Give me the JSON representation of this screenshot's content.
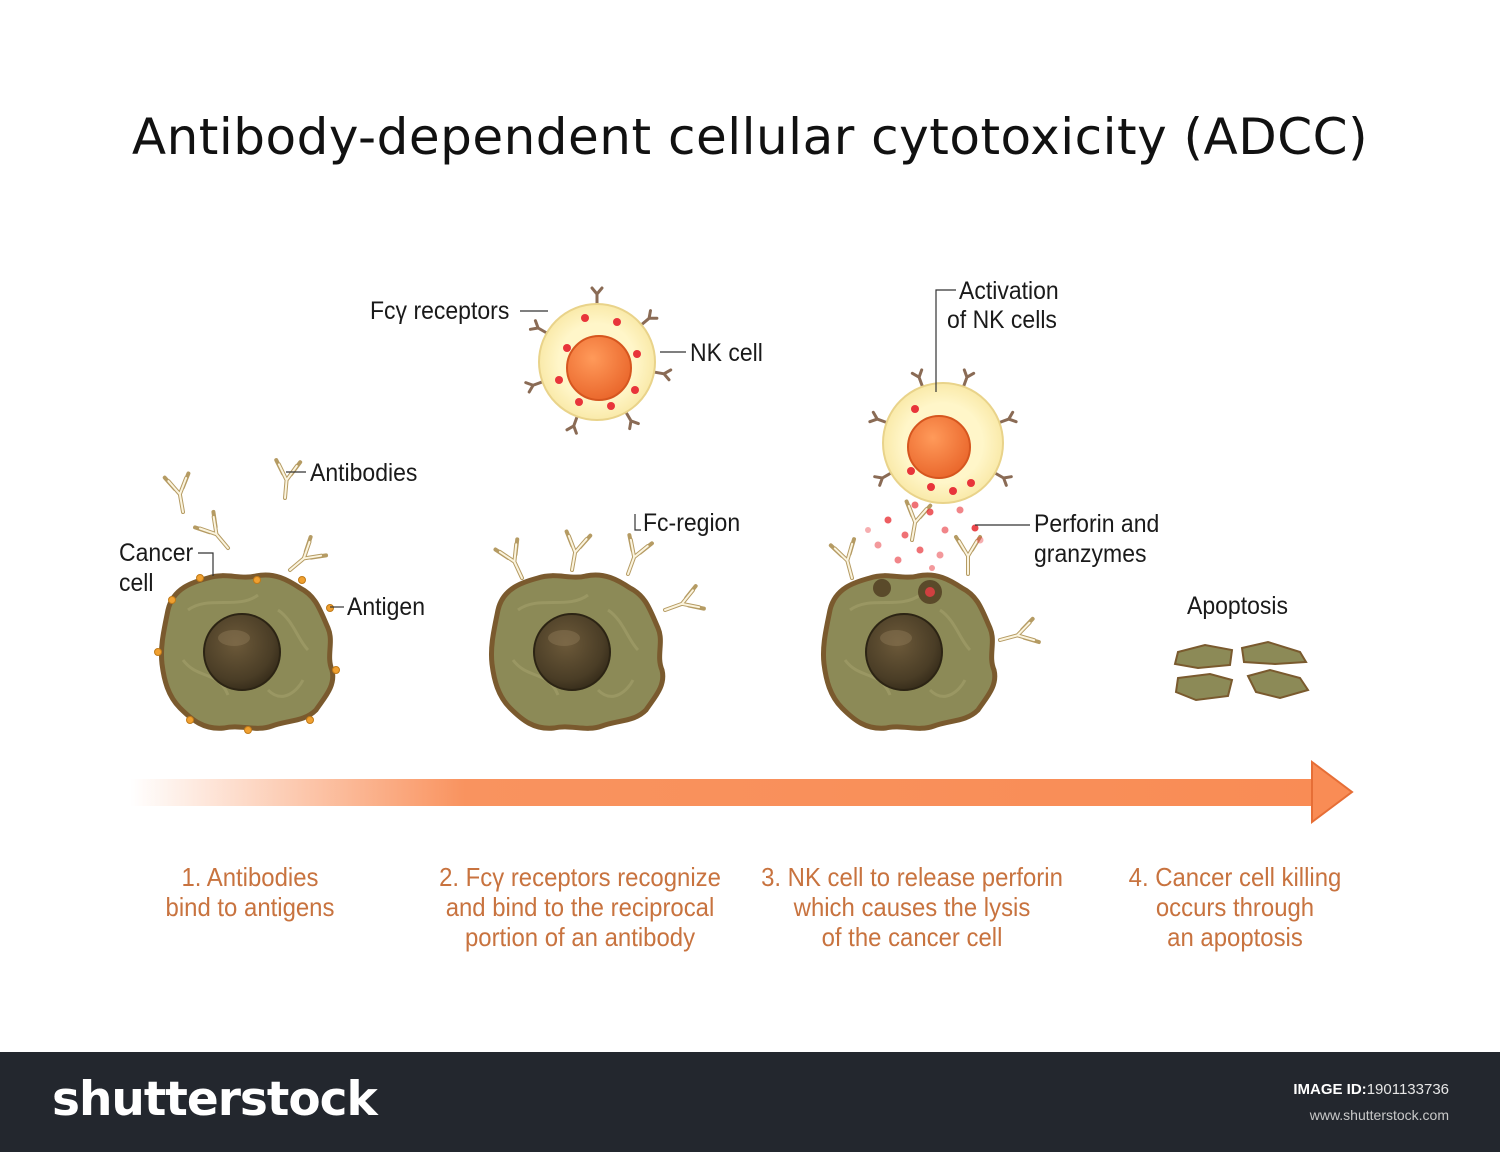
{
  "title": "Antibody-dependent cellular cytotoxicity (ADCC)",
  "labels": {
    "fc_receptors": "Fcγ receptors",
    "nk_cell": "NK cell",
    "antibodies": "Antibodies",
    "cancer_cell_line1": "Cancer",
    "cancer_cell_line2": "cell",
    "antigen": "Antigen",
    "fc_region": "Fc-region",
    "activation_line1": "Activation",
    "activation_line2": "of NK cells",
    "perforin_line1": "Perforin and",
    "perforin_line2": "granzymes",
    "apoptosis": "Apoptosis"
  },
  "steps": [
    "1. Antibodies\nbind to antigens",
    "2. Fcγ receptors recognize\nand bind to the reciprocal\nportion of an antibody",
    "3. NK cell to release perforin\nwhich causes the lysis\nof the cancer cell",
    "4. Cancer cell killing\noccurs through\nan apoptosis"
  ],
  "footer": {
    "brand": "shutterstock",
    "image_id_label": "IMAGE ID:",
    "image_id": "1901133736",
    "site": "www.shutterstock.com"
  },
  "colors": {
    "arrow": "#f9935f",
    "step_text": "#c8733f",
    "cancer_cell": "#8a8a55",
    "nk_cytoplasm": "#fdf0b3",
    "nk_nucleus": "#f47b3c",
    "footer_bg": "#23272e"
  }
}
